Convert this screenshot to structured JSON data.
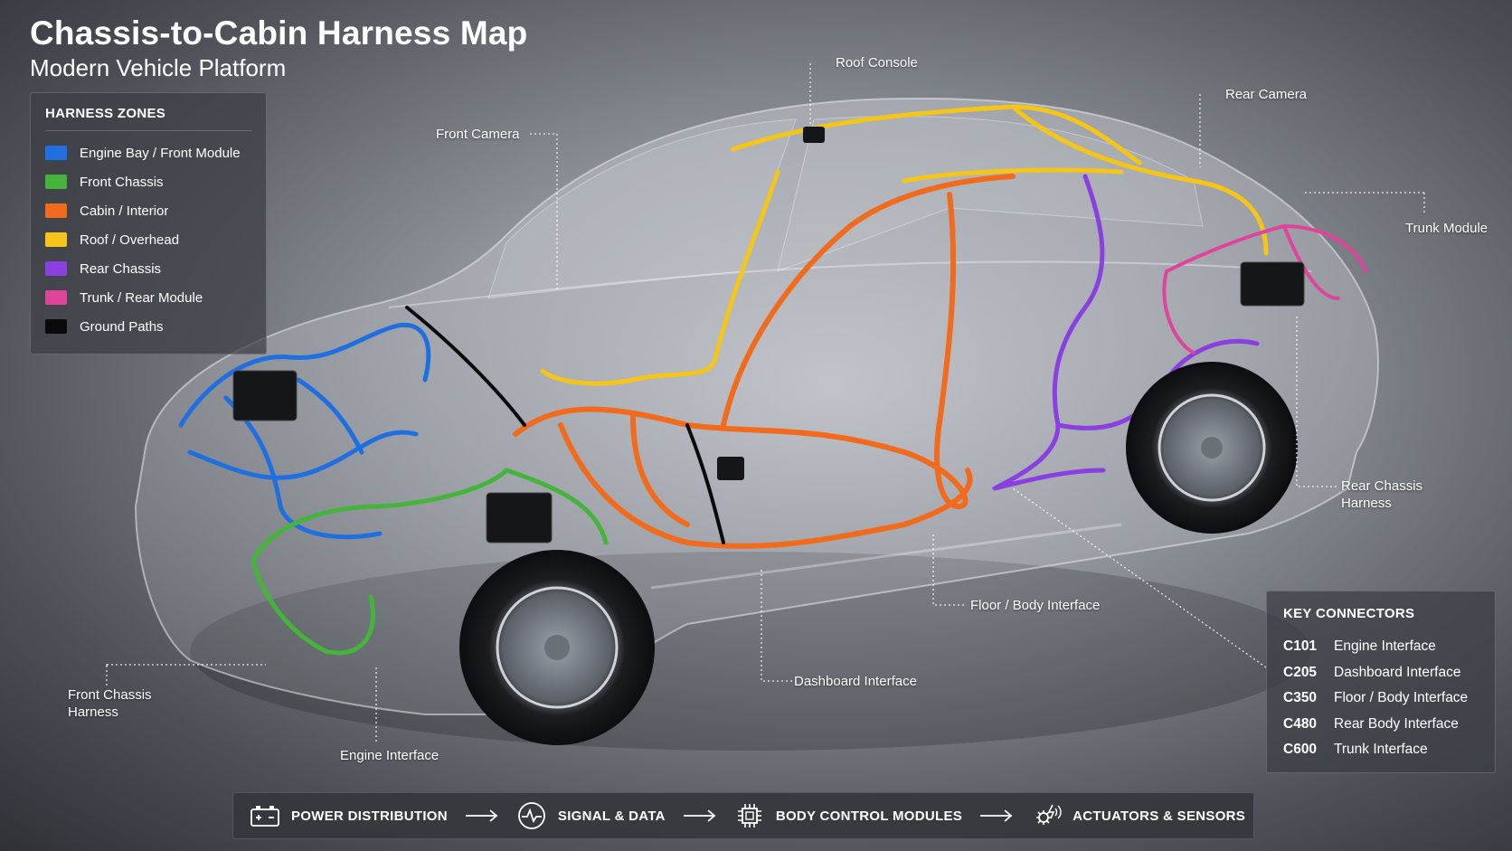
{
  "header": {
    "title": "Chassis-to-Cabin Harness Map",
    "subtitle": "Modern Vehicle Platform"
  },
  "legend": {
    "title": "HARNESS ZONES",
    "items": [
      {
        "label": "Engine Bay / Front Module",
        "color": "#1f6fe0"
      },
      {
        "label": "Front Chassis",
        "color": "#45b43a"
      },
      {
        "label": "Cabin / Interior",
        "color": "#f26a1b"
      },
      {
        "label": "Roof / Overhead",
        "color": "#f5c518"
      },
      {
        "label": "Rear Chassis",
        "color": "#8a3fe0"
      },
      {
        "label": "Trunk / Rear Module",
        "color": "#e0449a"
      },
      {
        "label": "Ground Paths",
        "color": "#0a0a0a"
      }
    ]
  },
  "callouts": {
    "roof_console": "Roof Console",
    "rear_camera": "Rear Camera",
    "front_camera": "Front Camera",
    "trunk_module": "Trunk Module",
    "rear_chassis_harness_1": "Rear Chassis",
    "rear_chassis_harness_2": "Harness",
    "floor_body_interface": "Floor / Body Interface",
    "dashboard_interface": "Dashboard Interface",
    "front_chassis_harness_1": "Front Chassis",
    "front_chassis_harness_2": "Harness",
    "engine_interface": "Engine Interface"
  },
  "key_connectors": {
    "title": "KEY CONNECTORS",
    "rows": [
      {
        "code": "C101",
        "label": "Engine Interface"
      },
      {
        "code": "C205",
        "label": "Dashboard Interface"
      },
      {
        "code": "C350",
        "label": "Floor / Body Interface"
      },
      {
        "code": "C480",
        "label": "Rear Body Interface"
      },
      {
        "code": "C600",
        "label": "Trunk Interface"
      }
    ]
  },
  "flow": {
    "steps": [
      {
        "label": "POWER DISTRIBUTION",
        "icon": "battery-icon"
      },
      {
        "label": "SIGNAL & DATA",
        "icon": "waveform-icon"
      },
      {
        "label": "BODY CONTROL MODULES",
        "icon": "chip-icon"
      },
      {
        "label": "ACTUATORS & SENSORS",
        "icon": "sensor-icon"
      }
    ]
  }
}
